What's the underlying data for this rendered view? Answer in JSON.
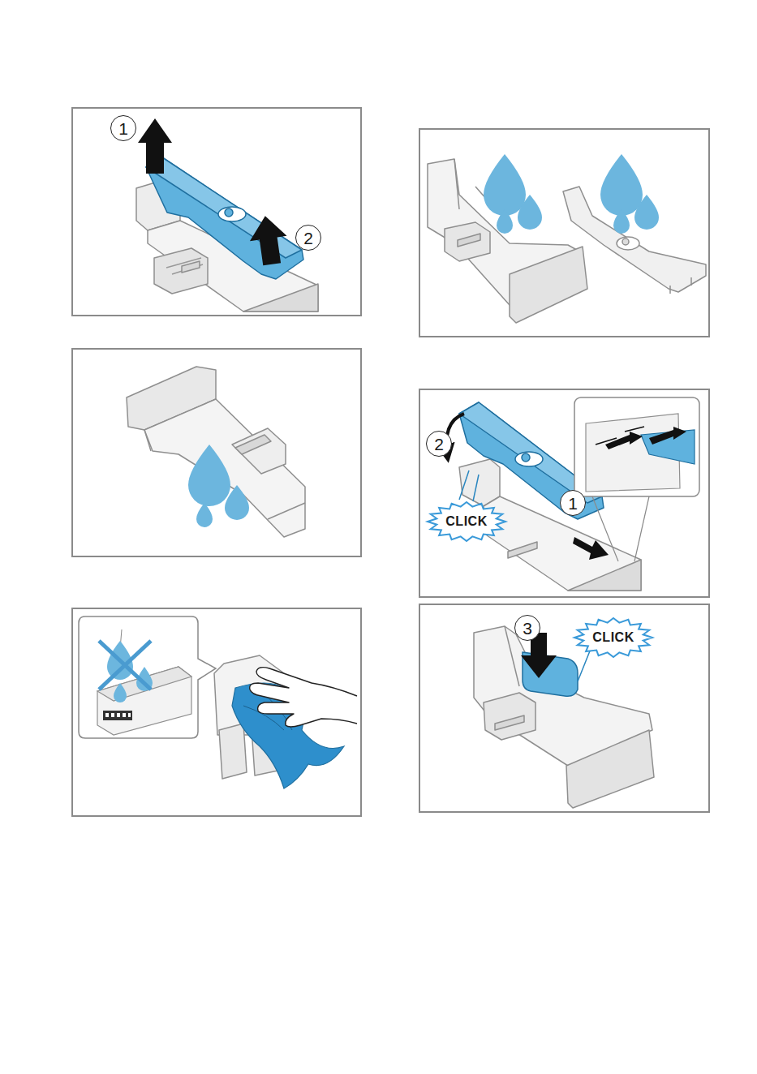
{
  "diagram": {
    "nodes": [
      {
        "text": [
          "1"
        ]
      },
      {
        "text": [
          "2"
        ]
      },
      {
        "text": [
          "2"
        ]
      },
      {
        "text": [
          "CLICK"
        ]
      },
      {
        "text": [
          "1"
        ]
      },
      {
        "text": [
          "3"
        ]
      },
      {
        "text": [
          "CLICK"
        ]
      }
    ],
    "edges": []
  }
}
